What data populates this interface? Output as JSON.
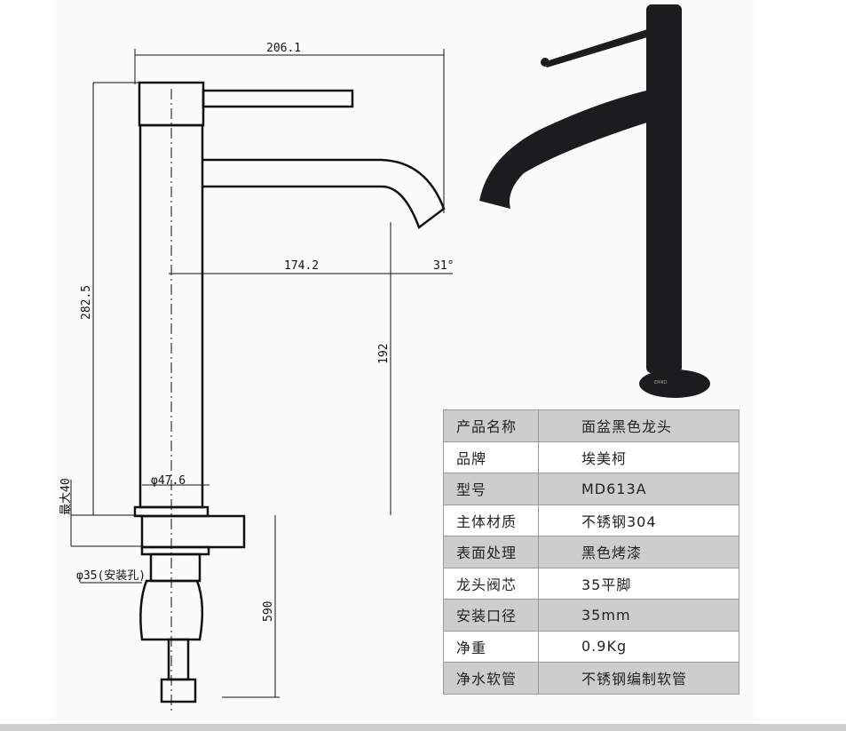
{
  "drawing": {
    "dimensions": {
      "total_width": "206.1",
      "spout_reach": "174.2",
      "total_height": "282.5",
      "spout_height": "192",
      "spout_angle": "31°",
      "base_diameter": "φ47.6",
      "max_thickness": "最大40",
      "hole_diameter": "φ35(安装孔)",
      "hose_length": "590"
    }
  },
  "photo": {
    "logo_text": "EMKO"
  },
  "specs": [
    {
      "label": "产品名称",
      "value": "面盆黑色龙头"
    },
    {
      "label": "品牌",
      "value": "埃美柯"
    },
    {
      "label": "型号",
      "value": "MD613A"
    },
    {
      "label": "主体材质",
      "value": "不锈钢304"
    },
    {
      "label": "表面处理",
      "value": "黑色烤漆"
    },
    {
      "label": "龙头阀芯",
      "value": "35平脚"
    },
    {
      "label": "安装口径",
      "value": "35mm"
    },
    {
      "label": "净重",
      "value": "0.9Kg"
    },
    {
      "label": "净水软管",
      "value": "不锈钢编制软管"
    }
  ]
}
